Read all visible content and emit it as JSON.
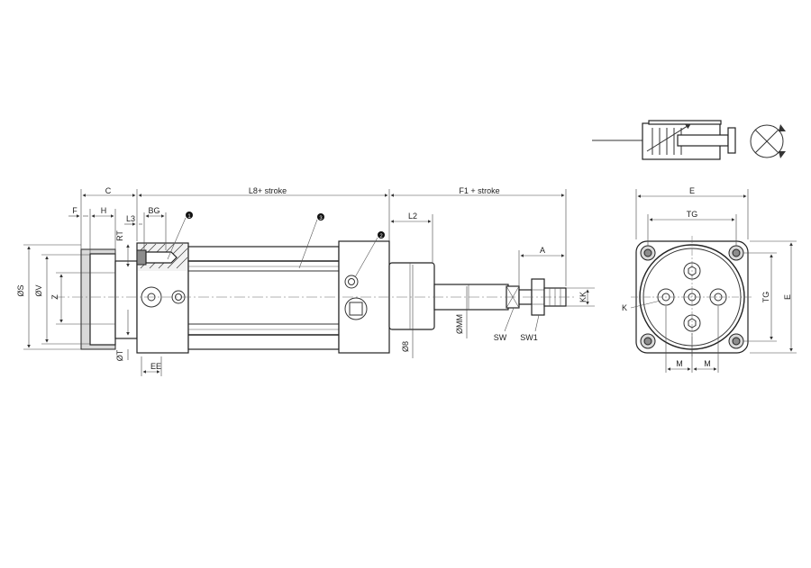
{
  "labels": {
    "c": "C",
    "f": "F",
    "h": "H",
    "l3": "L3",
    "bg": "BG",
    "rt": "RT",
    "l8_stroke": "L8+ stroke",
    "f1_stroke": "F1 + stroke",
    "l2": "L2",
    "a": "A",
    "kk": "KK",
    "os": "ØS",
    "ov": "ØV",
    "z": "Z",
    "ot": "ØT",
    "ee": "EE",
    "o8": "Ø8",
    "omm": "ØMM",
    "sw": "SW",
    "sw1": "SW1",
    "e_top": "E",
    "tg_top": "TG",
    "tg_side": "TG",
    "e_side": "E",
    "k": "K",
    "m_left": "M",
    "m_right": "M"
  },
  "callouts": [
    "1",
    "3",
    "2"
  ]
}
